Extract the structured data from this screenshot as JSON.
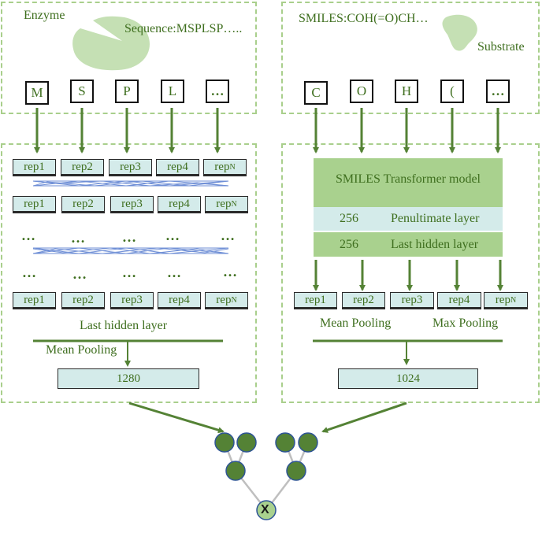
{
  "enzyme": {
    "title": "Enzyme",
    "sequence": "Sequence:MSPLSP…..",
    "tokens": [
      "M",
      "S",
      "P",
      "L",
      "…"
    ],
    "rep_row": [
      "rep1",
      "rep2",
      "rep3",
      "rep4",
      "rep",
      "N"
    ],
    "row_dots": "…",
    "last_hidden_label": "Last hidden layer",
    "pooling_label": "Mean Pooling",
    "output_dim": "1280"
  },
  "substrate": {
    "smiles": "SMILES:COH(=O)CH…",
    "title": "Substrate",
    "tokens": [
      "C",
      "O",
      "H",
      "(",
      "…"
    ],
    "model_label": "SMILES Transformer model",
    "penultimate": {
      "dim": "256",
      "label": "Penultimate layer"
    },
    "last_hidden": {
      "dim": "256",
      "label": "Last hidden layer"
    },
    "rep_row": [
      "rep1",
      "rep2",
      "rep3",
      "rep4",
      "rep",
      "N"
    ],
    "mean_pooling_label": "Mean Pooling",
    "max_pooling_label": "Max Pooling",
    "output_dim": "1024"
  },
  "network": {
    "output_label": "X"
  },
  "colors": {
    "dark_green": "#548235",
    "mid_green": "#a9d18e",
    "light_green": "#c5e0b4",
    "box_fill": "#d4ebea",
    "dashed_border": "#a9cf8c",
    "attention_lines": "#6f8fd6",
    "node_border": "#2f5597"
  }
}
